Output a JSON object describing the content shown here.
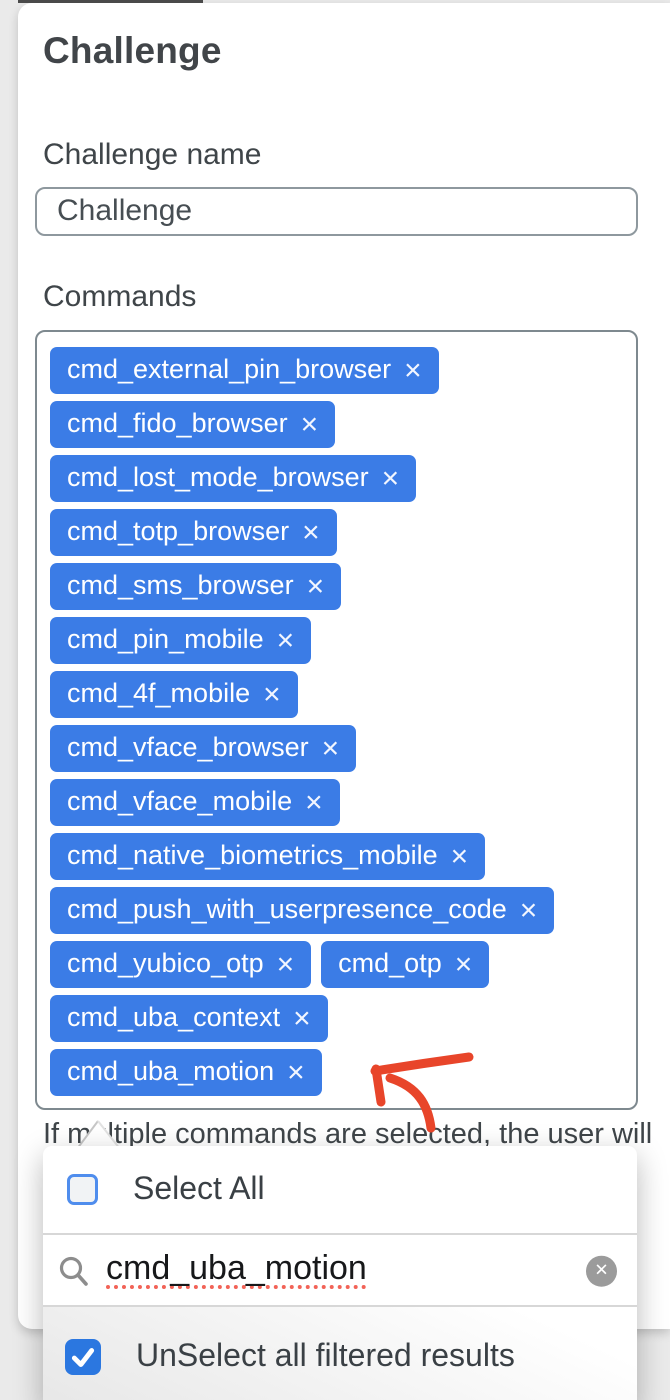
{
  "header": {
    "title": "Challenge"
  },
  "form": {
    "name_label": "Challenge name",
    "name_value": "Challenge",
    "commands_label": "Commands",
    "help_text": "If multiple commands are selected, the user will",
    "remove_icon": "×",
    "command_rows": [
      [
        "cmd_external_pin_browser"
      ],
      [
        "cmd_fido_browser"
      ],
      [
        "cmd_lost_mode_browser"
      ],
      [
        "cmd_totp_browser"
      ],
      [
        "cmd_sms_browser"
      ],
      [
        "cmd_pin_mobile"
      ],
      [
        "cmd_4f_mobile"
      ],
      [
        "cmd_vface_browser"
      ],
      [
        "cmd_vface_mobile"
      ],
      [
        "cmd_native_biometrics_mobile"
      ],
      [
        "cmd_push_with_userpresence_code"
      ],
      [
        "cmd_yubico_otp",
        "cmd_otp"
      ],
      [
        "cmd_uba_context"
      ],
      [
        "cmd_uba_motion"
      ]
    ]
  },
  "dropdown": {
    "select_all": {
      "label": "Select All",
      "checked": false
    },
    "search": {
      "value": "cmd_uba_motion",
      "clear_icon": "✕"
    },
    "unselect_filtered": {
      "label": "UnSelect all filtered results",
      "checked": true
    }
  },
  "colors": {
    "chip_blue": "#3b7ce6",
    "checkbox_checked_blue": "#2b77e0",
    "arrow_red": "#e8452a",
    "box_border_gray": "#7e898f"
  }
}
